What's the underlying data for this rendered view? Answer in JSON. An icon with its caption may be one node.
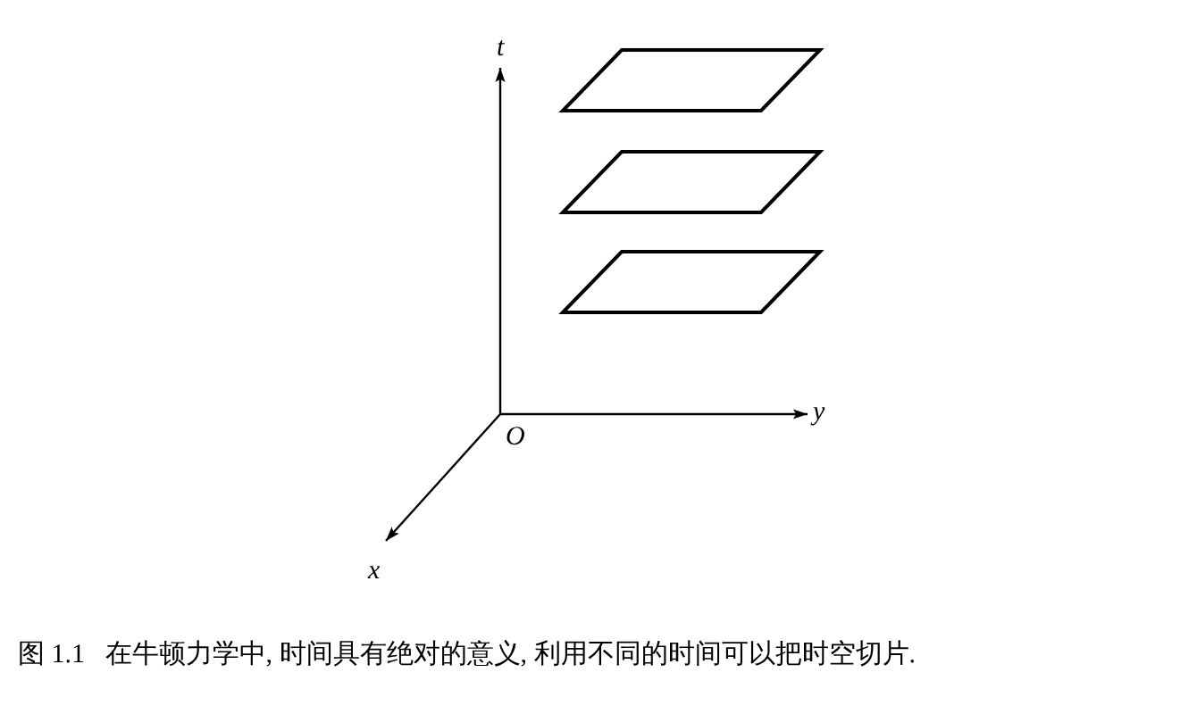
{
  "diagram": {
    "caption": "图 1.1   在牛顿力学中, 时间具有绝对的意义, 利用不同的时间可以把时空切片.",
    "labels": [
      "t",
      "y",
      "O",
      "x"
    ]
  }
}
